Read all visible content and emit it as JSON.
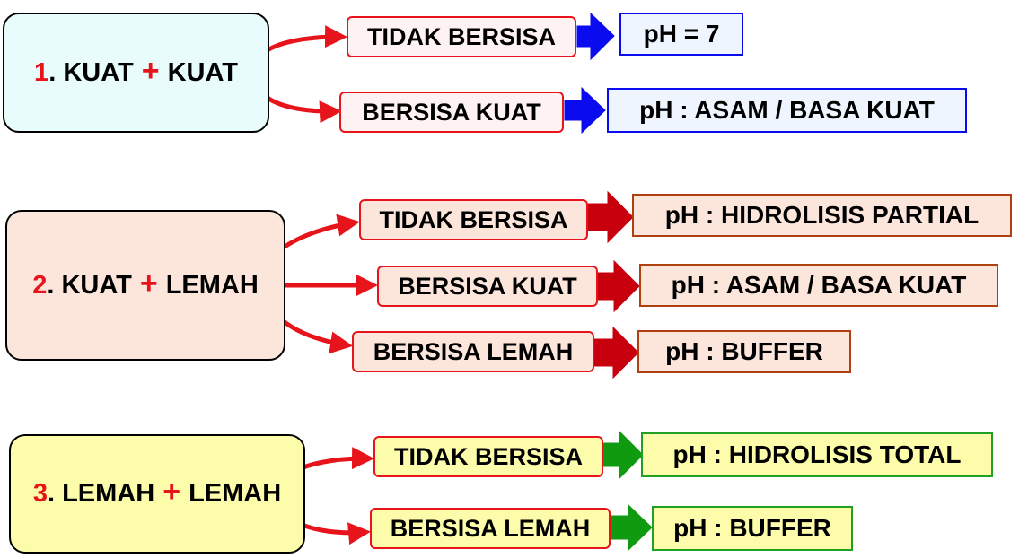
{
  "colors": {
    "red": "#e8141b",
    "blue": "#0b0bf0",
    "dark_red": "#c8000e",
    "green": "#0f9a10",
    "brown_border": "#b04010",
    "green_border": "#22a022"
  },
  "groups": [
    {
      "number": "1",
      "left": "KUAT",
      "plus": "+",
      "right": "KUAT",
      "branches": [
        {
          "condition": "TIDAK BERSISA",
          "result": "pH = 7"
        },
        {
          "condition": "BERSISA KUAT",
          "result": "pH : ASAM / BASA KUAT"
        }
      ]
    },
    {
      "number": "2",
      "left": "KUAT",
      "plus": "+",
      "right": "LEMAH",
      "branches": [
        {
          "condition": "TIDAK BERSISA",
          "result": "pH : HIDROLISIS PARTIAL"
        },
        {
          "condition": "BERSISA KUAT",
          "result": "pH : ASAM / BASA KUAT"
        },
        {
          "condition": "BERSISA LEMAH",
          "result": "pH : BUFFER"
        }
      ]
    },
    {
      "number": "3",
      "left": "LEMAH",
      "plus": "+",
      "right": "LEMAH",
      "branches": [
        {
          "condition": "TIDAK BERSISA",
          "result": "pH : HIDROLISIS TOTAL"
        },
        {
          "condition": "BERSISA LEMAH",
          "result": "pH : BUFFER"
        }
      ]
    }
  ]
}
